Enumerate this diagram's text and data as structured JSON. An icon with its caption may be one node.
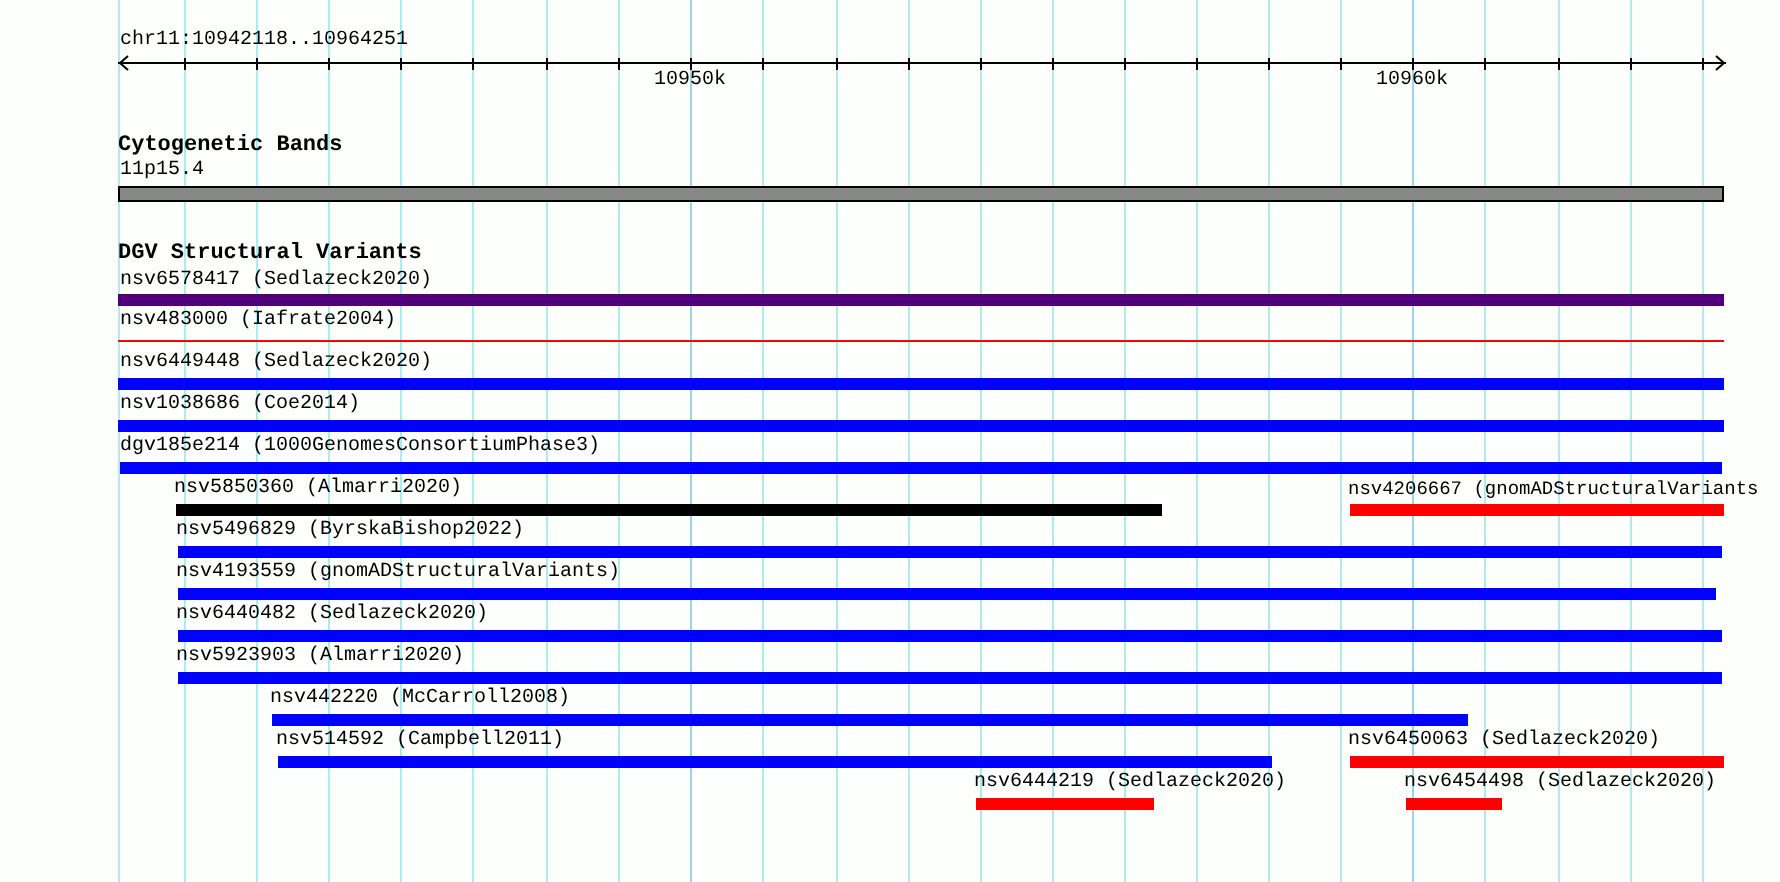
{
  "diagram": {
    "labels": [
      "chr11:10942118..10964251",
      "10950k",
      "10960k",
      "Cytogenetic Bands",
      "11p15.4",
      "DGV Structural Variants",
      "nsv6578417 (Sedlazeck2020)",
      "nsv483000 (Iafrate2004)",
      "nsv6449448 (Sedlazeck2020)",
      "nsv1038686 (Coe2014)",
      "dgv185e214 (1000GenomesConsortiumPhase3)",
      "nsv5850360 (Almarri2020)",
      "nsv4206667 (gnomADStructuralVariants",
      "nsv5496829 (ByrskaBishop2022)",
      "nsv4193559 (gnomADStructuralVariants)",
      "nsv6440482 (Sedlazeck2020)",
      "nsv5923903 (Almarri2020)",
      "nsv442220 (McCarroll2008)",
      "nsv514592 (Campbell2011)",
      "nsv6450063 (Sedlazeck2020)",
      "nsv6444219 (Sedlazeck2020)",
      "nsv6454498 (Sedlazeck2020)"
    ]
  }
}
